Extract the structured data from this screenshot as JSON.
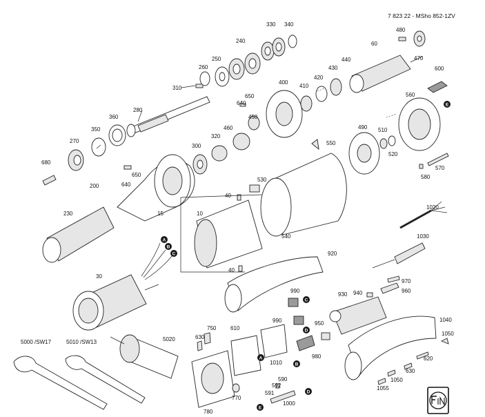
{
  "header": {
    "code": "7 823 22 - MSho 852-1ZV"
  },
  "part_numbers": {
    "p330": "330",
    "p340": "340",
    "p240": "240",
    "p250": "250",
    "p260": "260",
    "p310": "310",
    "p280": "280",
    "p360": "360",
    "p350": "350",
    "p270": "270",
    "p680": "680",
    "p650a": "650",
    "p640a": "640",
    "p450": "450",
    "p460": "460",
    "p320": "320",
    "p300": "300",
    "p640b": "640",
    "p650b": "650",
    "p200": "200",
    "p230": "230",
    "p15": "15",
    "p10": "10",
    "p40a": "40",
    "p40b": "40",
    "p530": "530",
    "p540": "540",
    "p400": "400",
    "p410": "410",
    "p420": "420",
    "p430": "430",
    "p440": "440",
    "p60": "60",
    "p480": "480",
    "p470": "470",
    "p600": "600",
    "p560": "560",
    "p550": "550",
    "p490": "490",
    "p510": "510",
    "p520": "520",
    "p570": "570",
    "p580": "580",
    "p1020": "1020",
    "p1030": "1030",
    "p920": "920",
    "p30": "30",
    "p970": "970",
    "p960": "960",
    "p940": "940",
    "p930": "930",
    "p990a": "990",
    "p990b": "990",
    "p950": "950",
    "p1040": "1040",
    "p1050a": "1050",
    "p620": "620",
    "p630a": "630",
    "p1050b": "1050",
    "p1055": "1055",
    "p630b": "630",
    "p750": "750",
    "p610": "610",
    "p1010": "1010",
    "p980": "980",
    "p5020": "5020",
    "p5000": "5000 /SW17",
    "p5010": "5010 /SW13",
    "p780": "780",
    "p770": "770",
    "p590": "590",
    "p592": "592",
    "p591": "591",
    "p1000": "1000"
  },
  "markers": {
    "a": "A",
    "b": "B",
    "c": "C",
    "d": "D",
    "e": "E"
  },
  "logo": "FEIN"
}
